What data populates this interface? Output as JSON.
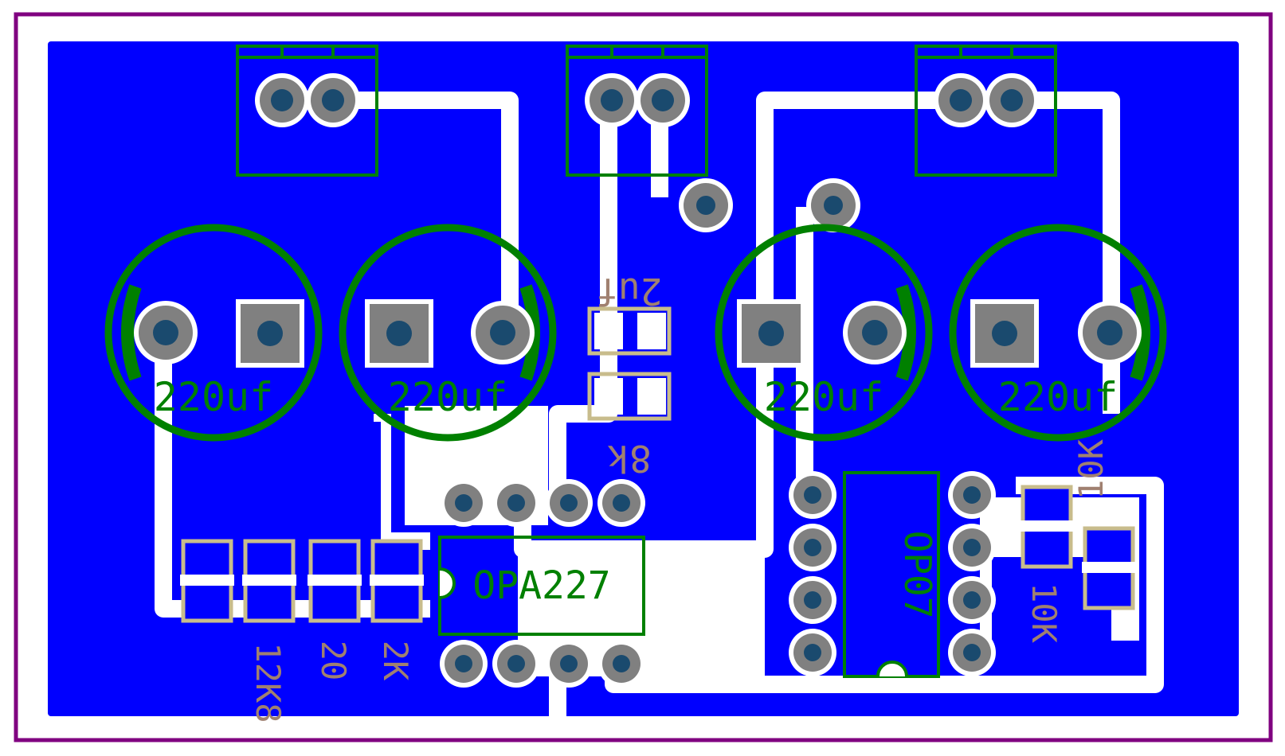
{
  "colors": {
    "background": "#ffffff",
    "board_outline": "#800080",
    "copper_pour": "#0000ff",
    "trace_clearance": "#ffffff",
    "pad": "#808080",
    "drill": "#1a4a6e",
    "silk_top": "#008000",
    "silk_bottom": "#a08070",
    "smd_outline": "#c8bc8c"
  },
  "labels": {
    "cap1": "220uf",
    "cap2": "220uf",
    "cap3": "220uf",
    "cap4": "220uf",
    "c_2uf": "2uf",
    "r_8k_top": "8k",
    "ic1": "OPA227",
    "ic2": "OP07",
    "r_10k_a": "10K",
    "r_10k_b": "10K",
    "r_12k8": "12K8",
    "r_20": "20",
    "r_2k": "2K"
  }
}
